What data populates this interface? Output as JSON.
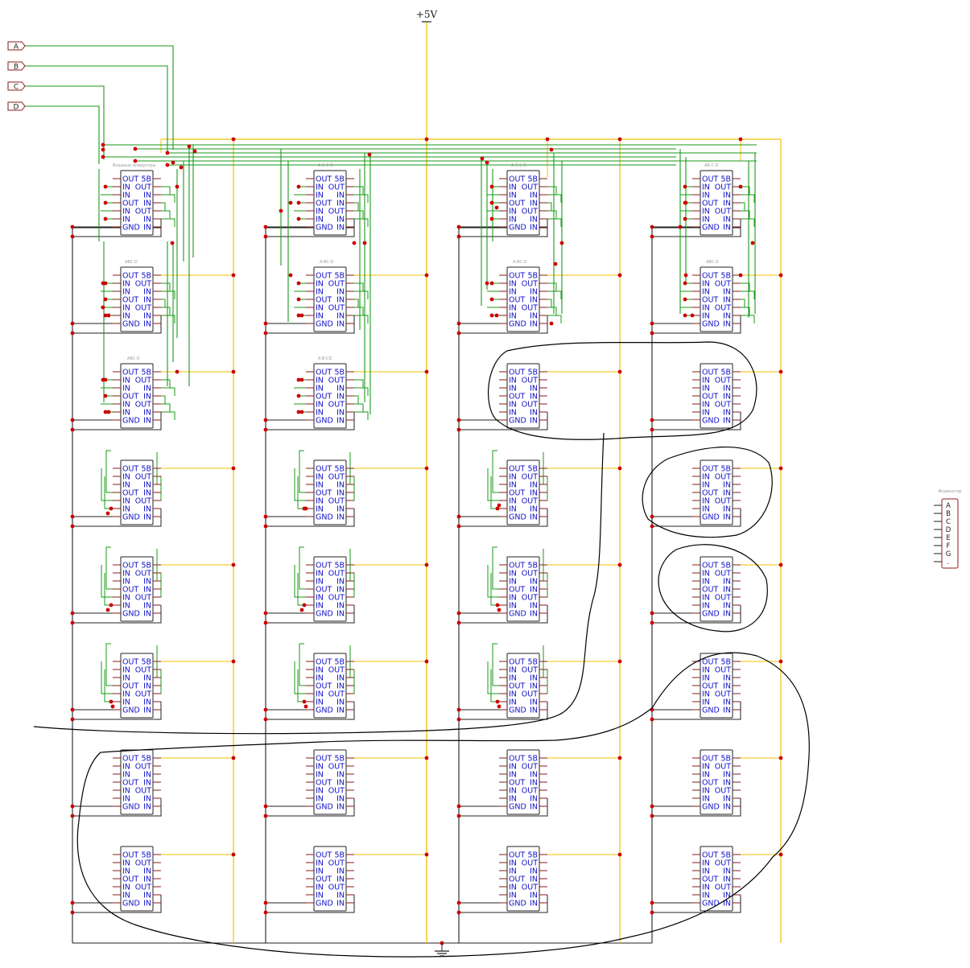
{
  "supply": {
    "label": "+5V"
  },
  "inputs": [
    "A",
    "B",
    "C",
    "D"
  ],
  "chip_pins": {
    "left": [
      "OUT",
      "IN",
      "IN",
      "OUT",
      "IN",
      "IN",
      "GND"
    ],
    "right": [
      "5В",
      "OUT",
      "IN",
      "IN",
      "OUT",
      "IN",
      "IN"
    ]
  },
  "chip_titles": [
    "Входные инверторы",
    "A·B·C·D",
    "A·B·C·D",
    "AB·C·D",
    "ABC·D",
    "A·BC·D",
    "A·BC·D",
    "ABC·D",
    "ABC·D",
    "A·B·CD"
  ],
  "indicator": {
    "title": "Индикатор",
    "segments": [
      "A",
      "B",
      "C",
      "D",
      "E",
      "F",
      "G",
      "."
    ]
  },
  "colors": {
    "wire_signal": "#1a9a1a",
    "wire_power": "#f2c200",
    "wire_ground": "#202020",
    "junction": "#cc0000",
    "chip_border": "#202020",
    "pin_text": "#1010c8",
    "pin_stub": "#8b1a1a",
    "port_border": "#8b1a1a",
    "annotation": "#000000"
  }
}
